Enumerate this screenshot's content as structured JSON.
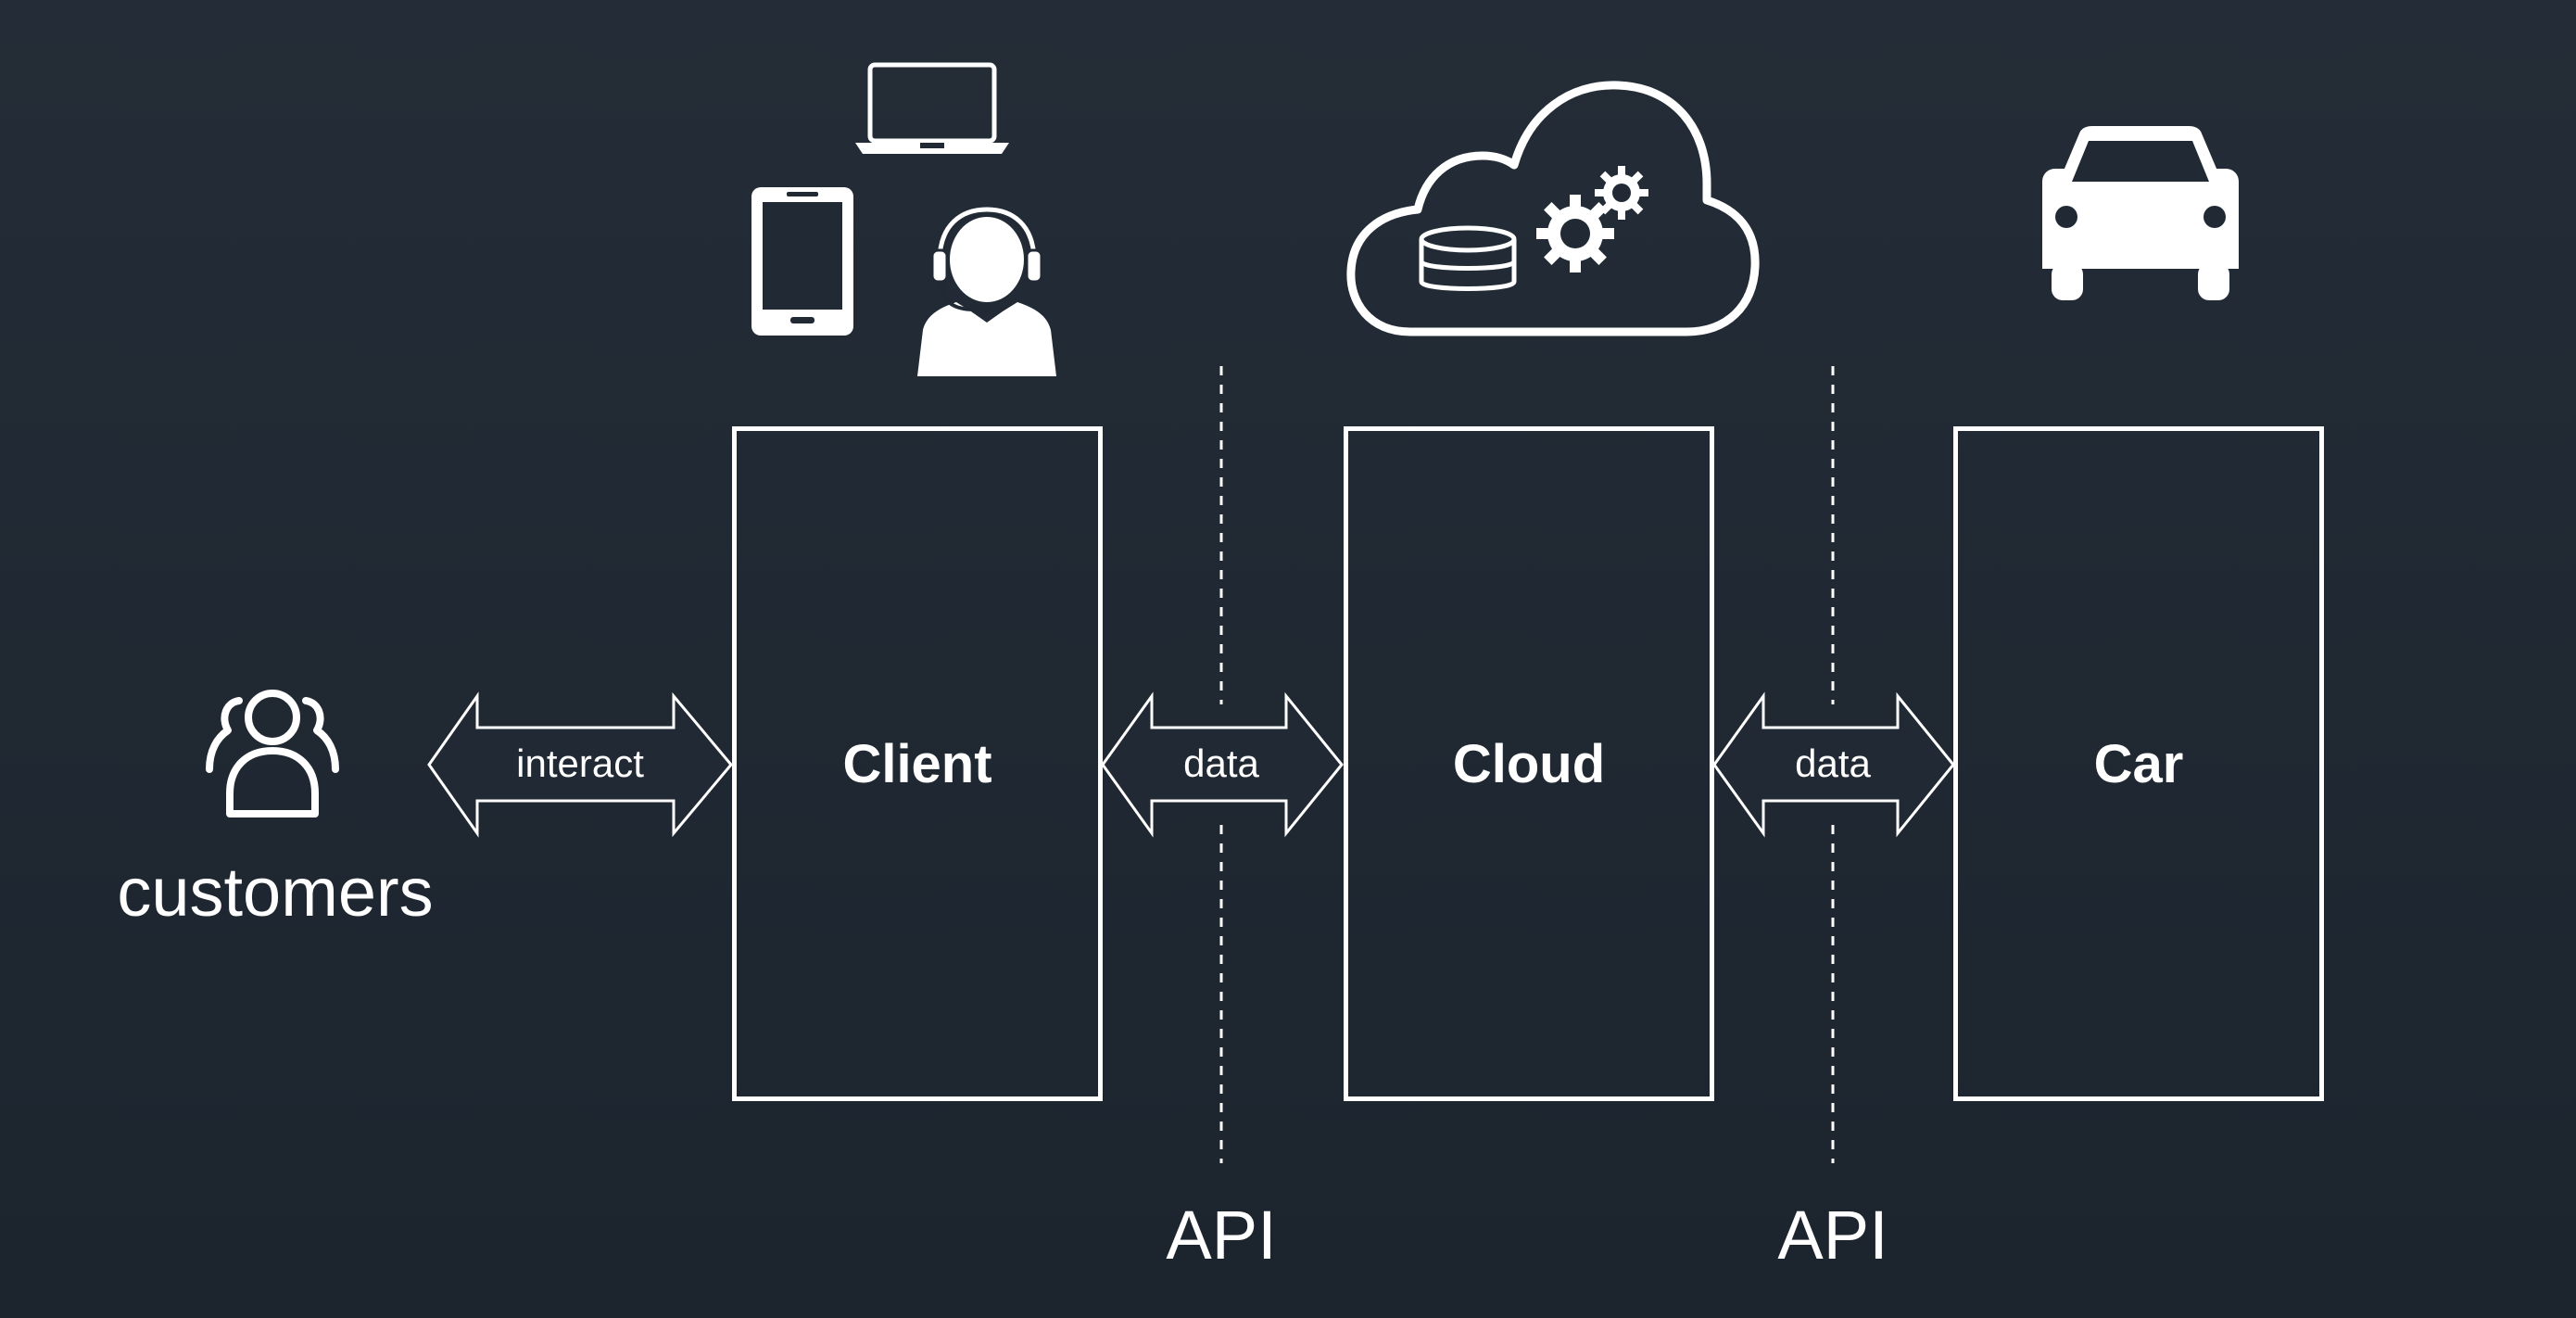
{
  "actors": {
    "customers_label": "customers"
  },
  "components": {
    "client": "Client",
    "cloud": "Cloud",
    "car": "Car"
  },
  "connections": {
    "customers_client": "interact",
    "client_cloud": "data",
    "cloud_car": "data"
  },
  "interfaces": {
    "api_left": "API",
    "api_right": "API"
  },
  "icons": {
    "customers": "group-users-icon",
    "client_devices": [
      "laptop-icon",
      "tablet-icon",
      "support-agent-icon"
    ],
    "cloud": "cloud-database-gears-icon",
    "car": "car-icon"
  },
  "colors": {
    "background": "#212a34",
    "foreground": "#ffffff"
  }
}
